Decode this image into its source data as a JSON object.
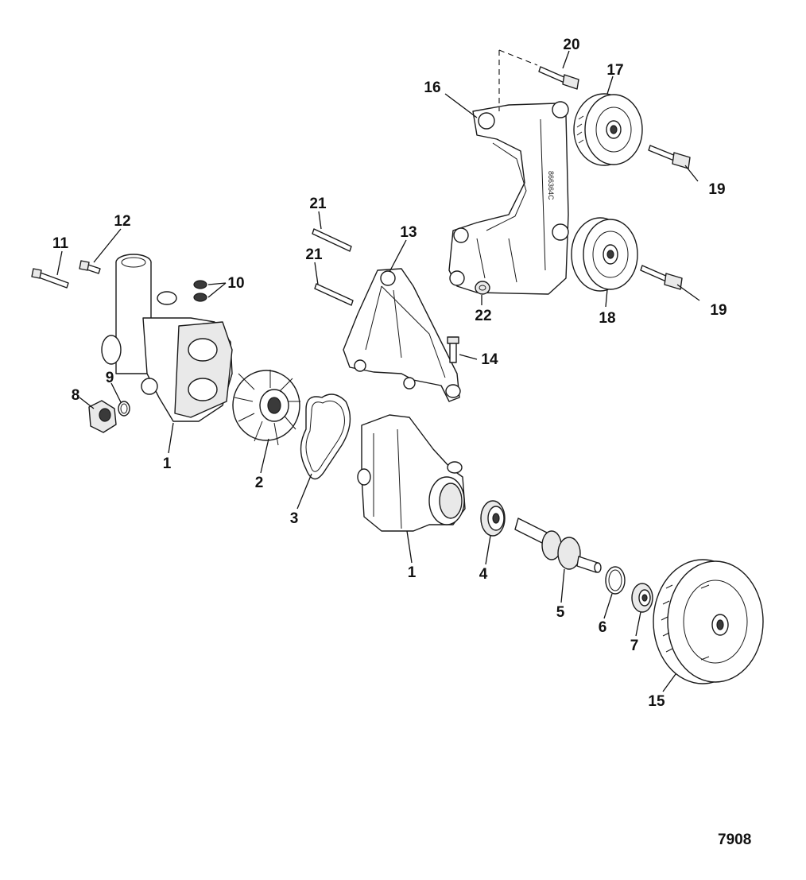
{
  "figure_number": "7908",
  "callouts": {
    "c1a": "1",
    "c1b": "1",
    "c2": "2",
    "c3": "3",
    "c4": "4",
    "c5": "5",
    "c6": "6",
    "c7": "7",
    "c8": "8",
    "c9": "9",
    "c10": "10",
    "c11": "11",
    "c12": "12",
    "c13": "13",
    "c14": "14",
    "c15": "15",
    "c16": "16",
    "c17": "17",
    "c18": "18",
    "c19a": "19",
    "c19b": "19",
    "c20": "20",
    "c21a": "21",
    "c21b": "21",
    "c22": "22"
  }
}
